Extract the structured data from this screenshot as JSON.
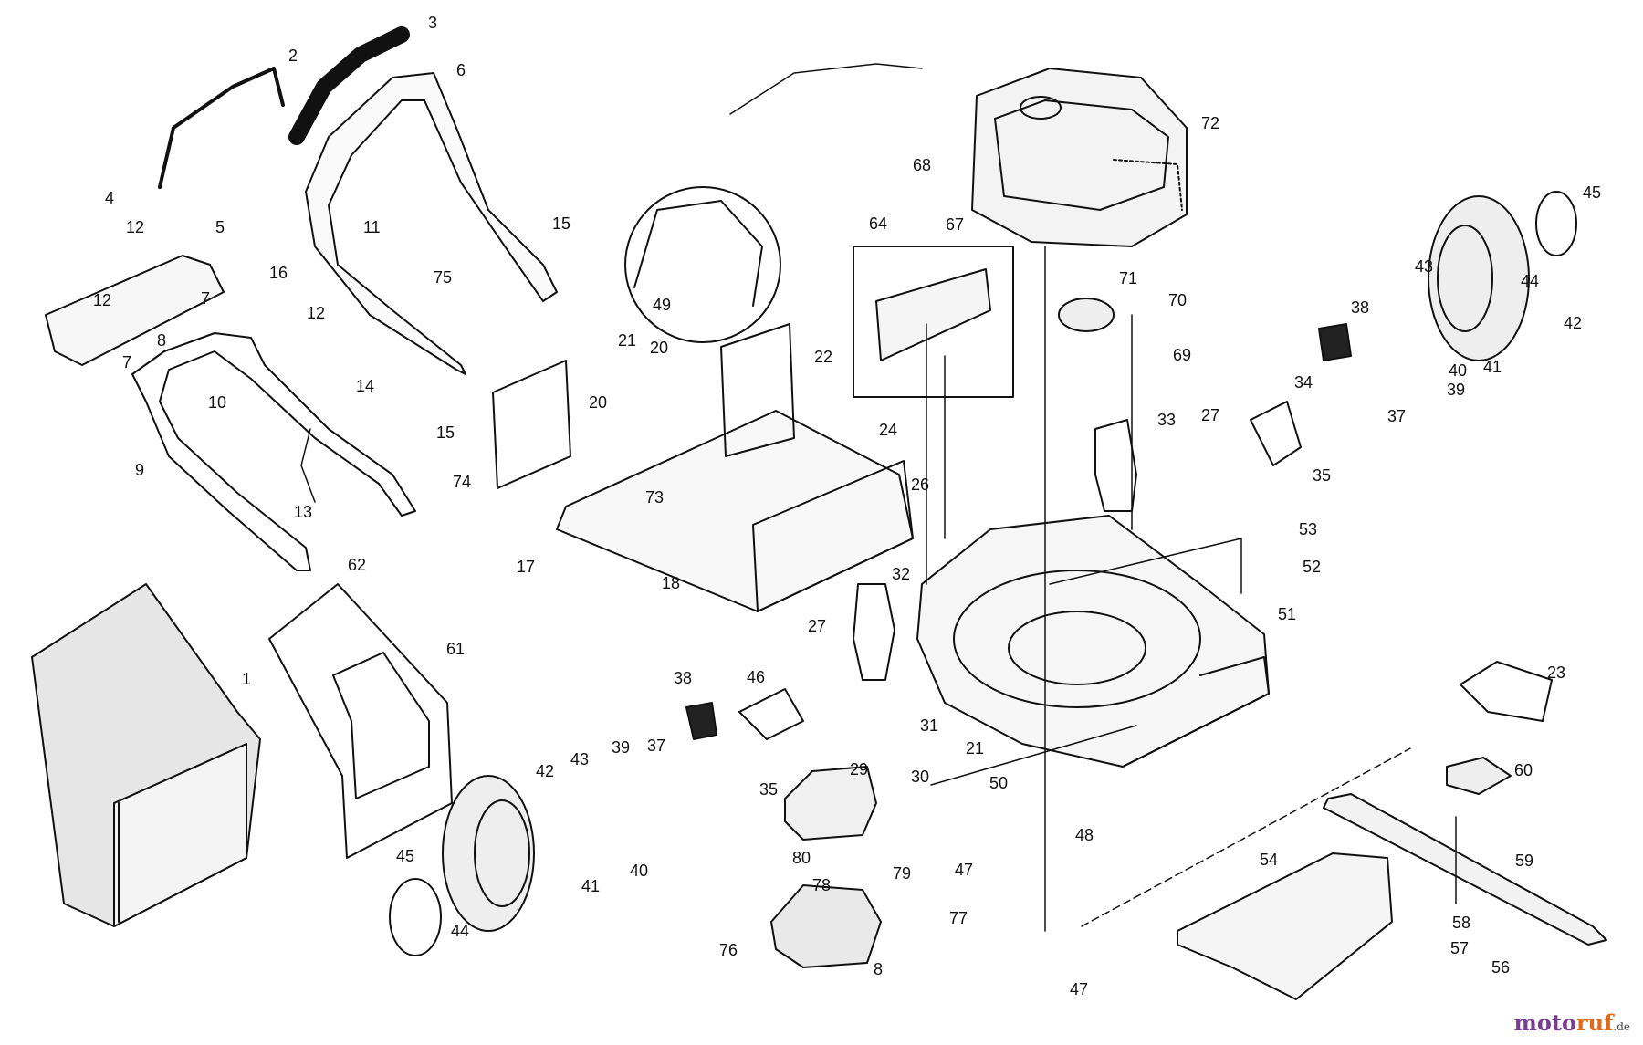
{
  "callouts": [
    {
      "id": "1",
      "text": "1"
    },
    {
      "id": "2",
      "text": "2"
    },
    {
      "id": "3",
      "text": "3"
    },
    {
      "id": "4",
      "text": "4"
    },
    {
      "id": "5",
      "text": "5"
    },
    {
      "id": "6",
      "text": "6"
    },
    {
      "id": "7a",
      "text": "7"
    },
    {
      "id": "7b",
      "text": "7"
    },
    {
      "id": "8a",
      "text": "8"
    },
    {
      "id": "8b",
      "text": "8"
    },
    {
      "id": "9",
      "text": "9"
    },
    {
      "id": "10",
      "text": "10"
    },
    {
      "id": "11",
      "text": "11"
    },
    {
      "id": "12a",
      "text": "12"
    },
    {
      "id": "12b",
      "text": "12"
    },
    {
      "id": "12c",
      "text": "12"
    },
    {
      "id": "13",
      "text": "13"
    },
    {
      "id": "14",
      "text": "14"
    },
    {
      "id": "15a",
      "text": "15"
    },
    {
      "id": "15b",
      "text": "15"
    },
    {
      "id": "16",
      "text": "16"
    },
    {
      "id": "17",
      "text": "17"
    },
    {
      "id": "18",
      "text": "18"
    },
    {
      "id": "20a",
      "text": "20"
    },
    {
      "id": "20b",
      "text": "20"
    },
    {
      "id": "21a",
      "text": "21"
    },
    {
      "id": "21b",
      "text": "21"
    },
    {
      "id": "22",
      "text": "22"
    },
    {
      "id": "23",
      "text": "23"
    },
    {
      "id": "24",
      "text": "24"
    },
    {
      "id": "26",
      "text": "26"
    },
    {
      "id": "27a",
      "text": "27"
    },
    {
      "id": "27b",
      "text": "27"
    },
    {
      "id": "29",
      "text": "29"
    },
    {
      "id": "30",
      "text": "30"
    },
    {
      "id": "31",
      "text": "31"
    },
    {
      "id": "32",
      "text": "32"
    },
    {
      "id": "33",
      "text": "33"
    },
    {
      "id": "34",
      "text": "34"
    },
    {
      "id": "35a",
      "text": "35"
    },
    {
      "id": "35b",
      "text": "35"
    },
    {
      "id": "37a",
      "text": "37"
    },
    {
      "id": "37b",
      "text": "37"
    },
    {
      "id": "38a",
      "text": "38"
    },
    {
      "id": "38b",
      "text": "38"
    },
    {
      "id": "39a",
      "text": "39"
    },
    {
      "id": "39b",
      "text": "39"
    },
    {
      "id": "40a",
      "text": "40"
    },
    {
      "id": "40b",
      "text": "40"
    },
    {
      "id": "41a",
      "text": "41"
    },
    {
      "id": "41b",
      "text": "41"
    },
    {
      "id": "42a",
      "text": "42"
    },
    {
      "id": "42b",
      "text": "42"
    },
    {
      "id": "43a",
      "text": "43"
    },
    {
      "id": "43b",
      "text": "43"
    },
    {
      "id": "44a",
      "text": "44"
    },
    {
      "id": "44b",
      "text": "44"
    },
    {
      "id": "45a",
      "text": "45"
    },
    {
      "id": "45b",
      "text": "45"
    },
    {
      "id": "46",
      "text": "46"
    },
    {
      "id": "47a",
      "text": "47"
    },
    {
      "id": "47b",
      "text": "47"
    },
    {
      "id": "48",
      "text": "48"
    },
    {
      "id": "49",
      "text": "49"
    },
    {
      "id": "50",
      "text": "50"
    },
    {
      "id": "51",
      "text": "51"
    },
    {
      "id": "52",
      "text": "52"
    },
    {
      "id": "53",
      "text": "53"
    },
    {
      "id": "54",
      "text": "54"
    },
    {
      "id": "56",
      "text": "56"
    },
    {
      "id": "57",
      "text": "57"
    },
    {
      "id": "58",
      "text": "58"
    },
    {
      "id": "59",
      "text": "59"
    },
    {
      "id": "60",
      "text": "60"
    },
    {
      "id": "61",
      "text": "61"
    },
    {
      "id": "62",
      "text": "62"
    },
    {
      "id": "64",
      "text": "64"
    },
    {
      "id": "67",
      "text": "67"
    },
    {
      "id": "68",
      "text": "68"
    },
    {
      "id": "69",
      "text": "69"
    },
    {
      "id": "70",
      "text": "70"
    },
    {
      "id": "71",
      "text": "71"
    },
    {
      "id": "72",
      "text": "72"
    },
    {
      "id": "73",
      "text": "73"
    },
    {
      "id": "74",
      "text": "74"
    },
    {
      "id": "75",
      "text": "75"
    },
    {
      "id": "76",
      "text": "76"
    },
    {
      "id": "77",
      "text": "77"
    },
    {
      "id": "78",
      "text": "78"
    },
    {
      "id": "79",
      "text": "79"
    },
    {
      "id": "80",
      "text": "80"
    }
  ],
  "watermark": {
    "part1": "moto",
    "part2": "ruf",
    "suffix": ".de"
  },
  "colors": {
    "line": "#111111",
    "bg": "#ffffff",
    "wm_purple": "#7a3d8f",
    "wm_orange": "#e06a1b"
  }
}
